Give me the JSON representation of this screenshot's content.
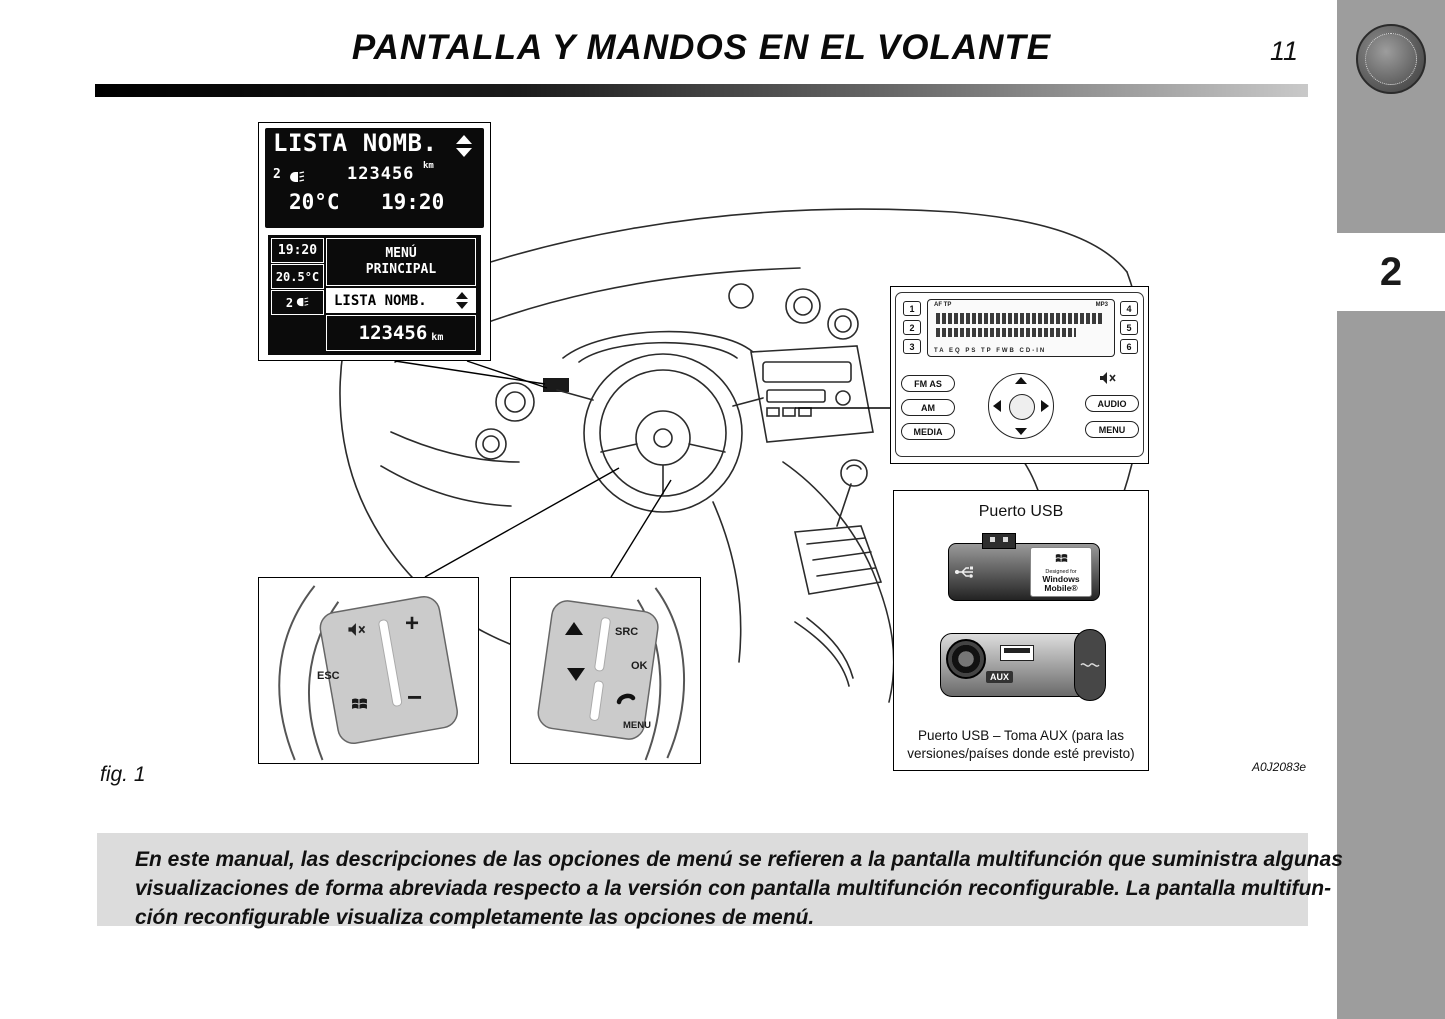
{
  "colors": {
    "sidebar_gray": "#9d9d9d",
    "note_background": "#dcdcdc",
    "header_gradient_start": "#000000",
    "header_gradient_end": "#c9c9c9"
  },
  "header": {
    "title": "PANTALLA Y MANDOS EN EL VOLANTE",
    "page_number": "11"
  },
  "sidebar": {
    "chapter_number": "2"
  },
  "display_screen": {
    "list_label": "LISTA NOMB.",
    "trip_number": "2",
    "odometer": "123456",
    "odometer_unit": "km",
    "temperature": "20°C",
    "time": "19:20"
  },
  "menu_screen": {
    "time": "19:20",
    "temperature": "20.5°C",
    "trip_number": "2",
    "menu_line1": "MENÚ",
    "menu_line2": "PRINCIPAL",
    "selected_item": "LISTA NOMB.",
    "odometer": "123456",
    "odometer_unit": "km"
  },
  "radio_panel": {
    "presets_left": [
      "1",
      "2",
      "3"
    ],
    "presets_right": [
      "4",
      "5",
      "6"
    ],
    "display_top_left": "AF TP",
    "display_top_right": "MP3",
    "display_bottom": "TA EQ PS TP FWB CD-IN",
    "buttons_left": [
      "FM AS",
      "AM",
      "MEDIA"
    ],
    "buttons_right": [
      "AUDIO",
      "MENU"
    ]
  },
  "usb_panel": {
    "title": "Puerto USB",
    "designed_for": "Designed for",
    "brand_line1": "Windows",
    "brand_line2": "Mobile®",
    "aux_label": "AUX",
    "caption_line1": "Puerto USB – Toma AUX (para las",
    "caption_line2": "versiones/países donde esté previsto)"
  },
  "wheel_left_controls": {
    "volume_up": "+",
    "volume_down": "−",
    "esc": "ESC"
  },
  "wheel_right_controls": {
    "src": "SRC",
    "ok": "OK",
    "menu": "MENU"
  },
  "figure": {
    "label": "fig. 1",
    "code": "A0J2083e"
  },
  "note": {
    "lines": [
      "En este manual, las descripciones de las opciones de menú se refieren a la pantalla multifunción que suministra algunas",
      "visualizaciones de forma abreviada respecto a la versión con pantalla multifunción reconfigurable. La pantalla multifun-",
      "ción reconfigurable visualiza completamente las opciones de menú."
    ]
  }
}
